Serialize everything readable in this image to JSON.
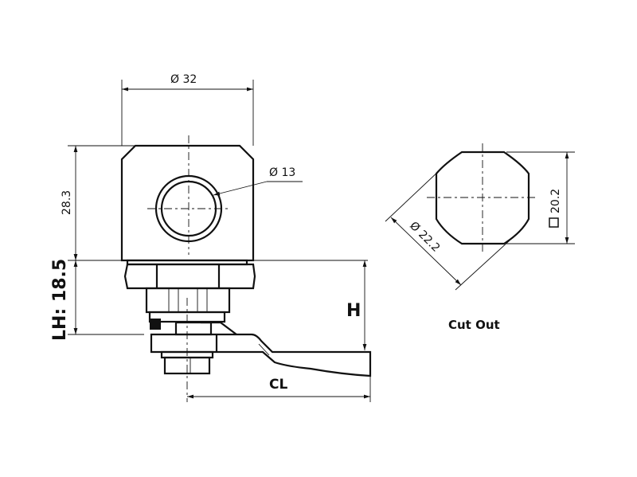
{
  "dimensions": {
    "outer_diameter": "Ø 32",
    "hole_diameter": "Ø 13",
    "height": "28.3",
    "lh": "LH: 18.5",
    "h": "H",
    "cl": "CL",
    "cutout_diameter": "Ø 22.2",
    "cutout_square": "20.2"
  },
  "labels": {
    "cutout": "Cut Out"
  }
}
